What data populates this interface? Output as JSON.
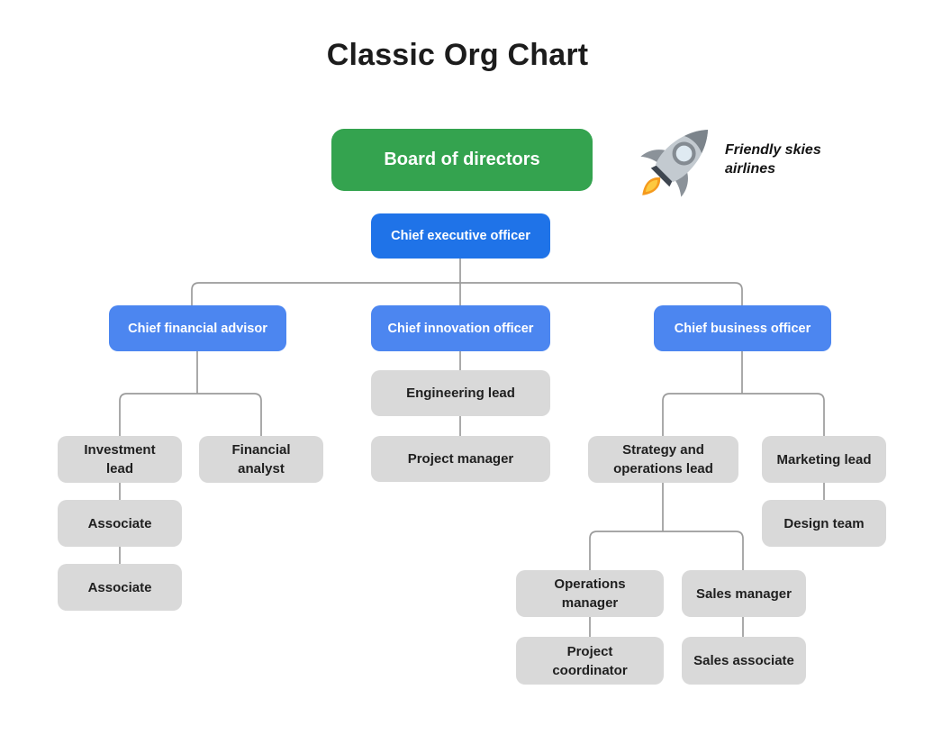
{
  "title": "Classic Org Chart",
  "company": {
    "name": "Friendly skies\nairlines",
    "icon": "rocket-icon"
  },
  "colors": {
    "board_green": "#34a34f",
    "exec_blue": "#1f73e8",
    "chief_blue": "#4c86f0",
    "member_gray": "#d9d9d9",
    "connector": "#9b9b9b",
    "title_text": "#1c1c1c",
    "flame_orange": "#f59a1d",
    "rocket_gray": "#c3cad0"
  },
  "nodes": {
    "board": "Board of directors",
    "ceo": "Chief executive officer",
    "cfa": "Chief financial advisor",
    "cio": "Chief innovation officer",
    "cbo": "Chief business officer",
    "investment_lead": "Investment\nlead",
    "financial_analyst": "Financial\nanalyst",
    "associate_1": "Associate",
    "associate_2": "Associate",
    "engineering_lead": "Engineering lead",
    "project_manager": "Project manager",
    "strategy_ops_lead": "Strategy and\noperations lead",
    "marketing_lead": "Marketing lead",
    "design_team": "Design team",
    "operations_manager": "Operations\nmanager",
    "sales_manager": "Sales manager",
    "project_coordinator": "Project\ncoordinator",
    "sales_associate": "Sales associate"
  },
  "edges": [
    [
      "ceo",
      "cfa"
    ],
    [
      "ceo",
      "cio"
    ],
    [
      "ceo",
      "cbo"
    ],
    [
      "cfa",
      "investment_lead"
    ],
    [
      "cfa",
      "financial_analyst"
    ],
    [
      "investment_lead",
      "associate_1"
    ],
    [
      "associate_1",
      "associate_2"
    ],
    [
      "cio",
      "engineering_lead"
    ],
    [
      "engineering_lead",
      "project_manager"
    ],
    [
      "cbo",
      "strategy_ops_lead"
    ],
    [
      "cbo",
      "marketing_lead"
    ],
    [
      "marketing_lead",
      "design_team"
    ],
    [
      "strategy_ops_lead",
      "operations_manager"
    ],
    [
      "strategy_ops_lead",
      "sales_manager"
    ],
    [
      "operations_manager",
      "project_coordinator"
    ],
    [
      "sales_manager",
      "sales_associate"
    ]
  ]
}
